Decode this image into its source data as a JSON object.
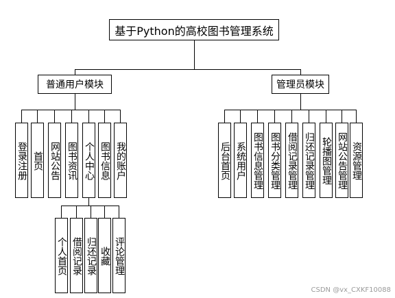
{
  "diagram": {
    "root": {
      "label": "基于Python的高校图书管理系统"
    },
    "user_module": {
      "label": "普通用户模块",
      "children": [
        {
          "label": "登录注册"
        },
        {
          "label": "首页"
        },
        {
          "label": "网站公告"
        },
        {
          "label": "图书资讯"
        },
        {
          "label": "个人中心"
        },
        {
          "label": "图书信息"
        },
        {
          "label": "我的账户"
        }
      ]
    },
    "personal_center": {
      "children": [
        {
          "label": "个人首页"
        },
        {
          "label": "借阅记录"
        },
        {
          "label": "归还记录"
        },
        {
          "label": "收藏"
        },
        {
          "label": "评论管理"
        }
      ]
    },
    "admin_module": {
      "label": "管理员模块",
      "children": [
        {
          "label": "后台首页"
        },
        {
          "label": "系统用户"
        },
        {
          "label": "图书信息管理"
        },
        {
          "label": "图书分类管理"
        },
        {
          "label": "借阅记录管理"
        },
        {
          "label": "归还记录管理"
        },
        {
          "label": "轮播图管理"
        },
        {
          "label": "网站公告管理"
        },
        {
          "label": "资源管理"
        }
      ]
    }
  },
  "watermark": "CSDN @vx_CXKF10088"
}
